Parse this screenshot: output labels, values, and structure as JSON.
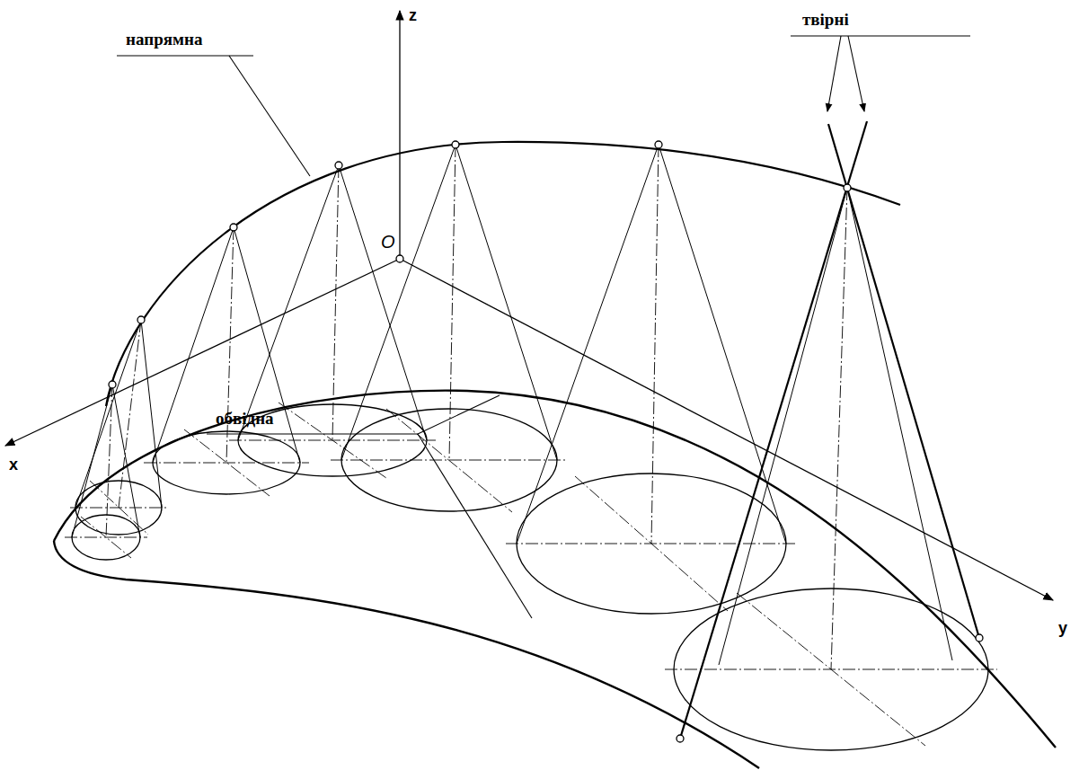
{
  "diagram": {
    "labels": [
      "напрямна",
      "твірні",
      "z",
      "O",
      "x",
      "обвідна",
      "y"
    ]
  }
}
